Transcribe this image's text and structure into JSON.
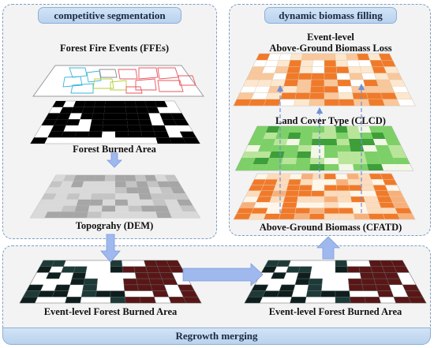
{
  "panels": {
    "competitive": {
      "title": "competitive segmentation"
    },
    "dynamic": {
      "title": "dynamic biomass filling"
    },
    "regrowth": {
      "title": "Regrowth merging"
    }
  },
  "layers": {
    "ffe": "Forest Fire Events (FFEs)",
    "burned": "Forest Burned Area",
    "dem": "Topograhy (DEM)",
    "loss_line1": "Event-level",
    "loss_line2": "Above-Ground Biomass Loss",
    "clcd": "Land Cover Type (CLCD)",
    "cfatd": "Above-Ground Biomass (CFATD)",
    "event_left": "Event-level Forest Burned Area",
    "event_right": "Event-level Forest Burned Area"
  },
  "colors": {
    "accent": "#8fb0d6",
    "arrow": "#8aa8e6",
    "burned": "#000000",
    "dem_light": "#d9d9d9",
    "dem_dark": "#a6a6a6",
    "biomass": "#f07a2a",
    "landcover": "#7dd068"
  }
}
